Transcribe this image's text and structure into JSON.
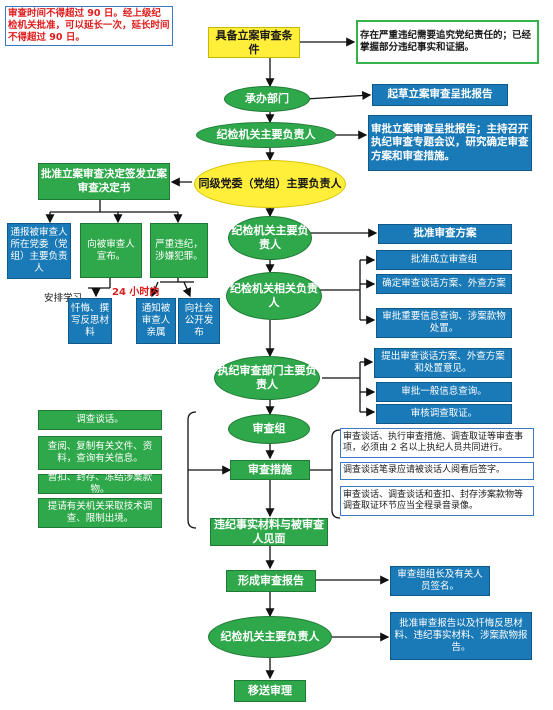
{
  "notes": {
    "time_limit": "审查时间不得超过 90 日。经上级纪检机关批准，可以延长一次，延长时间不得超过 90 日。",
    "condition_note": "存在严重违纪需要追究党纪责任的；已经掌握部分违纪事实和证据。"
  },
  "main": {
    "conditions": "具备立案审查条件",
    "undertaking_dept": "承办部门",
    "discipline_head_1": "纪检机关主要负责人",
    "party_committee": "同级党委（党组）主要负责人",
    "discipline_approve": "纪检机关主要负责人",
    "discipline_related": "纪检机关相关负责人",
    "execution_dept": "执纪审查部门主要负责人",
    "review_group": "审查组",
    "review_measures": "审查措施",
    "meet": "违纪事实材料与被审查人见面",
    "report": "形成审查报告",
    "discipline_head_final": "纪检机关主要负责人",
    "transfer": "移送审理"
  },
  "right": {
    "draft_report": "起草立案审查呈批报告",
    "approve_report": "审批立案审查呈批报告；主持召开执纪审查专题会议，研究确定审查方案和审查措施。",
    "approve_plan": "批准审查方案",
    "approve_group": "批准成立审查组",
    "confirm_plan": "确定审查谈话方案、外查方案",
    "approve_info": "审批重要信息查询、涉案款物处置。",
    "propose": "提出审查谈话方案、外查方案和处置意见。",
    "approve_general": "审批一般信息查询。",
    "verify": "审核调查取证。",
    "measure_note_1": "审查谈话、执行审查措施、调查取证等审查事项，必须由 2 名以上执纪人员共同进行。",
    "measure_note_2": "调查谈话笔录应请被谈话人阅看后签字。",
    "measure_note_3": "审查谈话、调查谈话和查扣、封存涉案款物等调查取证环节应当全程录音录像。",
    "group_sign": "审查组组长及有关人员签名。",
    "final_approve": "批准审查报告以及忏悔反思材料、违纪事实材料、涉案款物报告。"
  },
  "left": {
    "decision": "批准立案审查决定签发立案审查决定书",
    "report_party": "通报被审查人所在党委（党组）主要负责人",
    "announce": "向被审查人宣布。",
    "serious": "严重违纪，涉嫌犯罪。",
    "arrange_study": "安排学习",
    "within_24h": "24 小时内",
    "repent": "忏悔、撰写反思材料",
    "notify_family": "通知被审查人亲属",
    "publish": "向社会公开发布",
    "m1": "调查谈话。",
    "m2": "查阅、复制有关文件、资料，查询有关信息。",
    "m3": "暂扣、封存、冻结涉案款物。",
    "m4": "提请有关机关采取技术调查、限制出境。"
  }
}
